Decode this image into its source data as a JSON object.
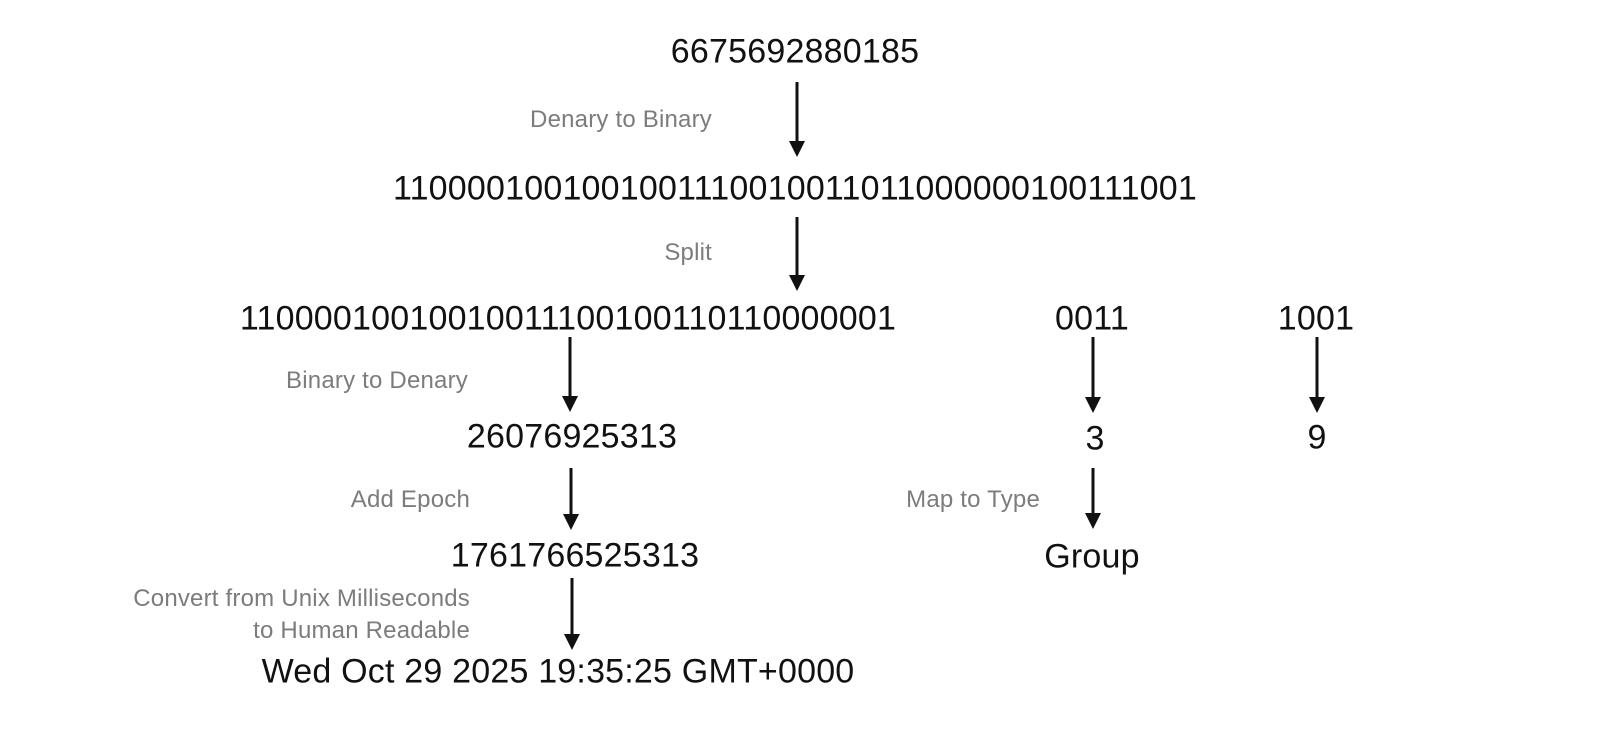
{
  "diagram": {
    "source_denary": "6675692880185",
    "binary_full": "1100001001001001110010011011000000100111001",
    "split_left": "11000010010010011100100110110000001",
    "split_middle": "0011",
    "split_right": "1001",
    "decoded_left": "26076925313",
    "decoded_middle": "3",
    "decoded_right": "9",
    "epoch_added": "1761766525313",
    "mapped_type": "Group",
    "human_readable": "Wed Oct 29 2025 19:35:25 GMT+0000",
    "labels": {
      "denary_to_binary": "Denary to Binary",
      "split": "Split",
      "binary_to_denary": "Binary to Denary",
      "add_epoch": "Add Epoch",
      "map_to_type": "Map to Type",
      "convert_line1": "Convert from Unix Milliseconds",
      "convert_line2": "to Human Readable"
    },
    "colors": {
      "text": "#111111",
      "label": "#7c7c7c",
      "background": "#ffffff",
      "arrow": "#111111"
    }
  }
}
